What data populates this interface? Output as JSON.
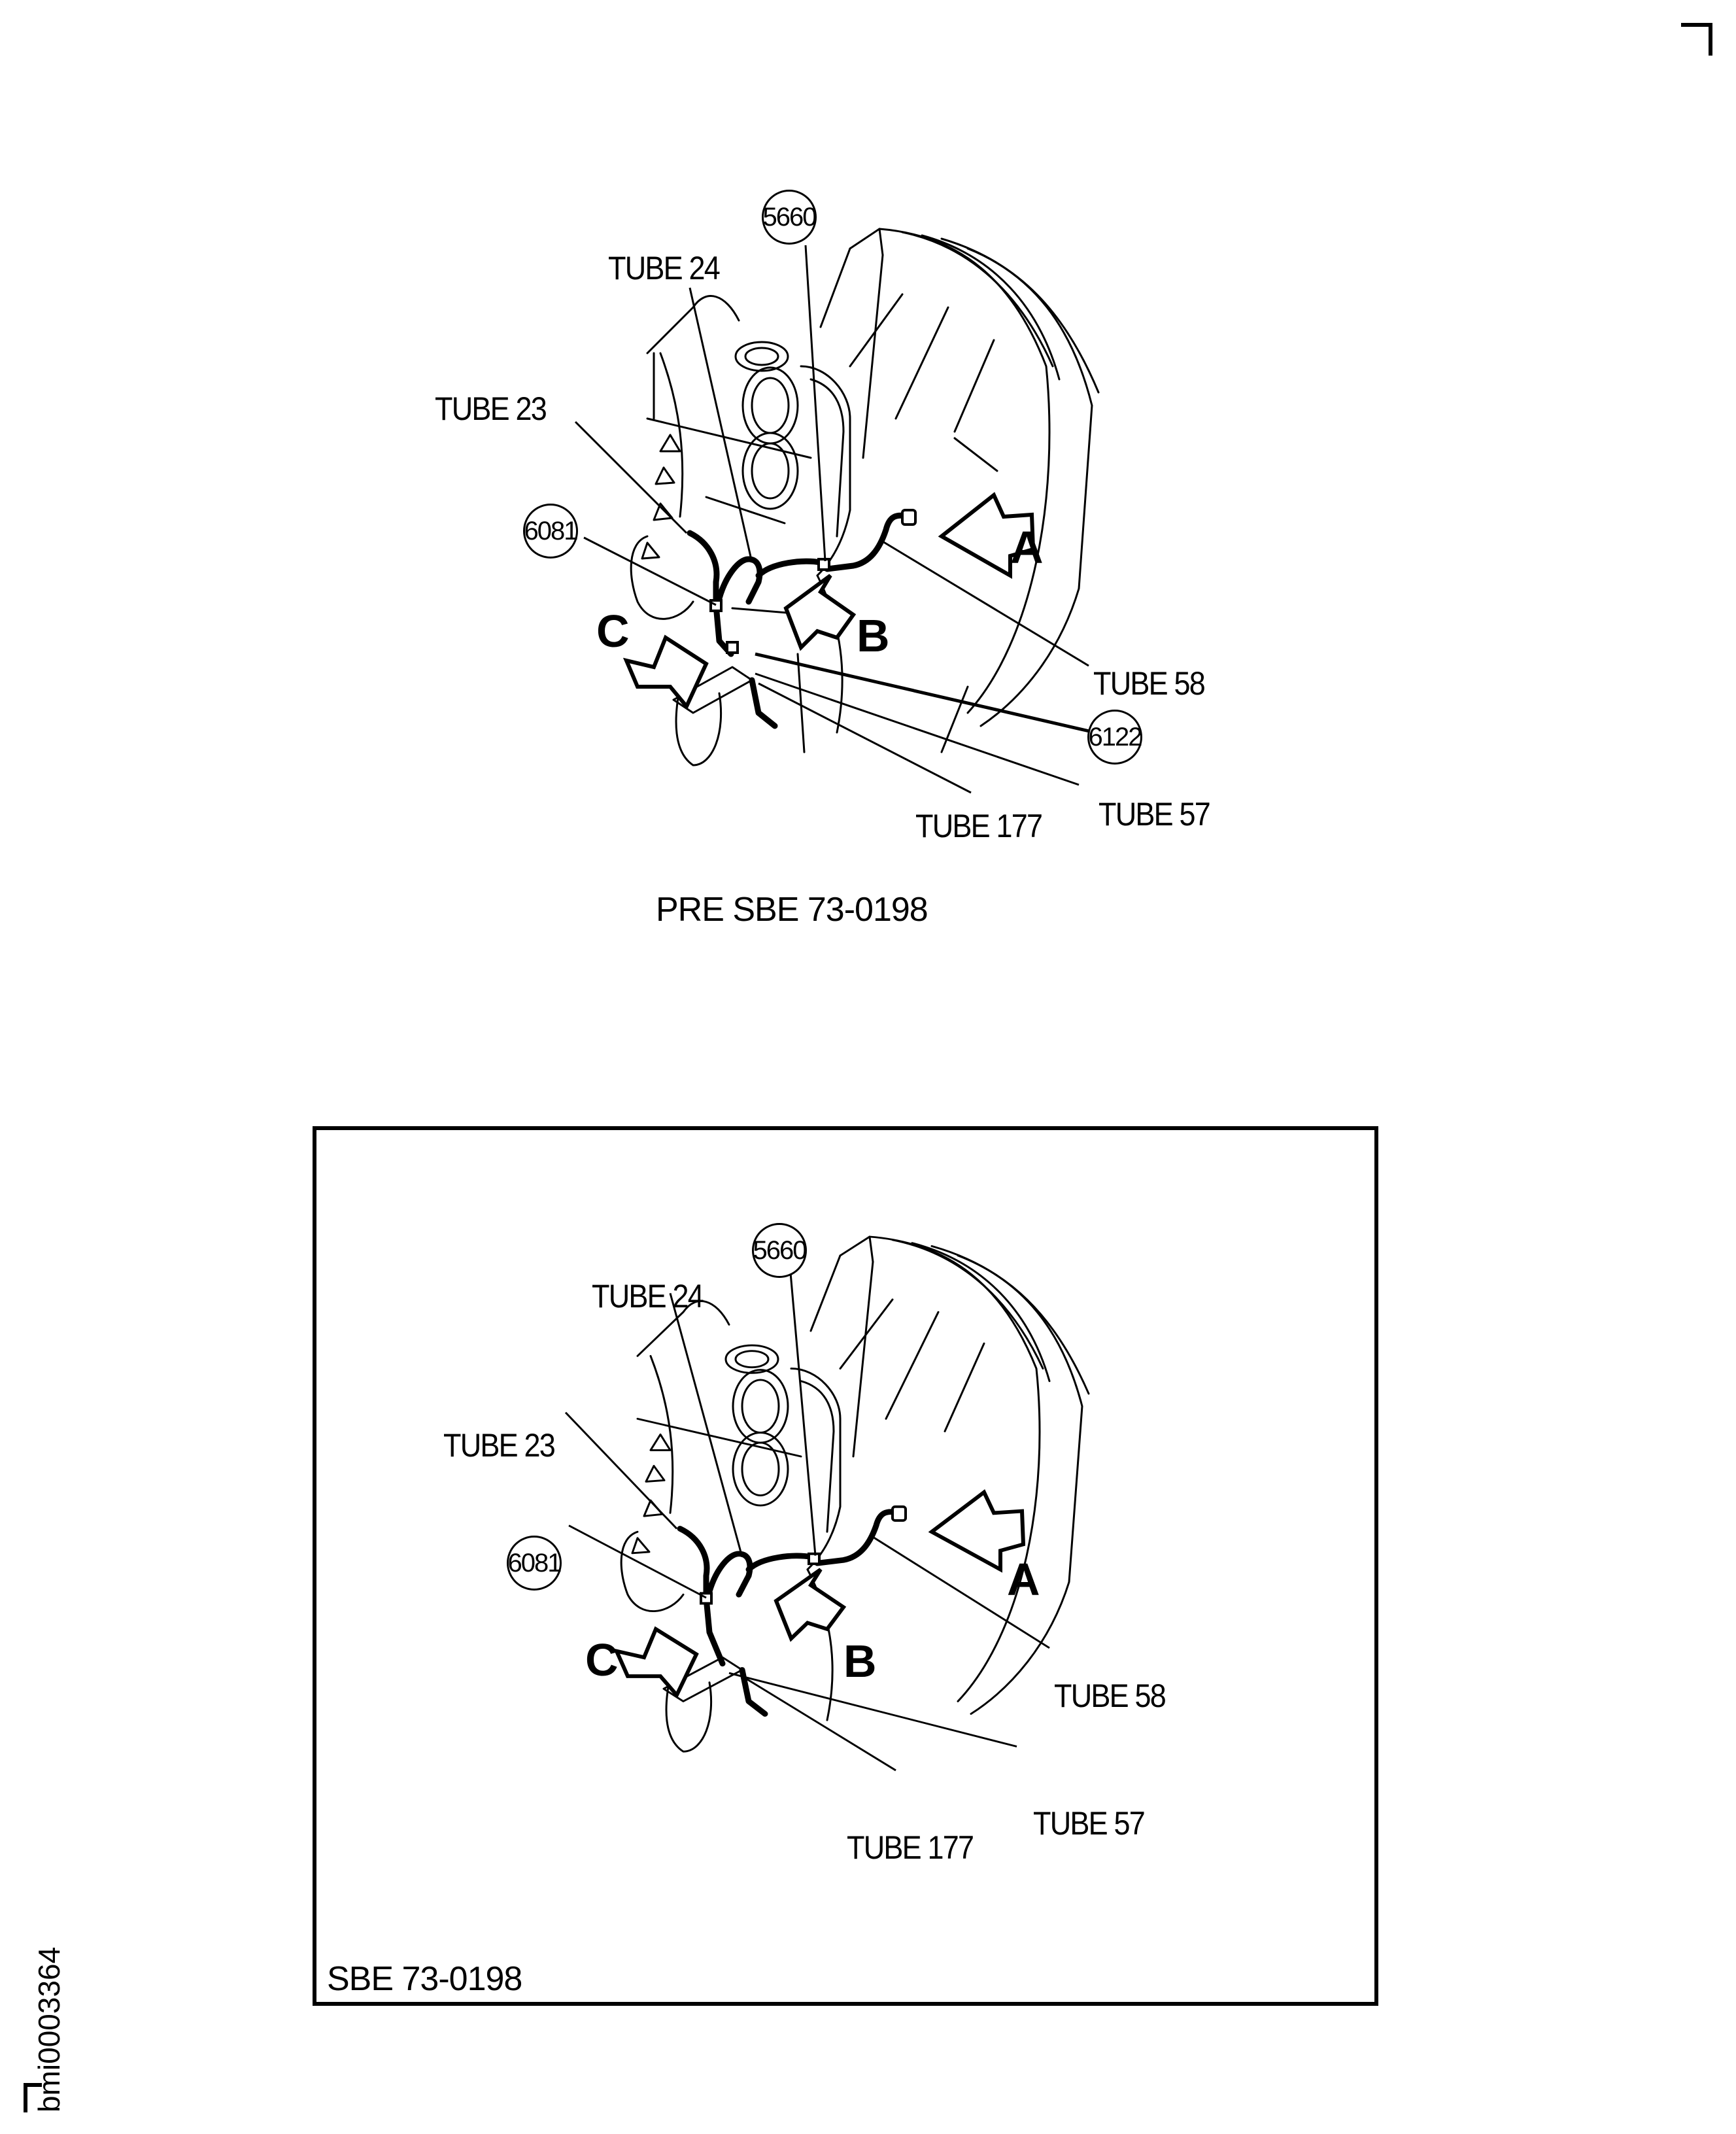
{
  "document_id": "bmi0003364",
  "diagrams": [
    {
      "caption": "PRE SBE 73-0198",
      "callouts": {
        "c1": "5660",
        "c2": "6081",
        "c3": "6122"
      },
      "labels": {
        "tube24": "TUBE 24",
        "tube23": "TUBE 23",
        "tube58": "TUBE 58",
        "tube57": "TUBE 57",
        "tube177": "TUBE 177"
      },
      "views": {
        "a": "A",
        "b": "B",
        "c": "C"
      }
    },
    {
      "caption": "SBE 73-0198",
      "callouts": {
        "c1": "5660",
        "c2": "6081"
      },
      "labels": {
        "tube24": "TUBE 24",
        "tube23": "TUBE 23",
        "tube58": "TUBE 58",
        "tube57": "TUBE 57",
        "tube177": "TUBE 177"
      },
      "views": {
        "a": "A",
        "b": "B",
        "c": "C"
      }
    }
  ]
}
